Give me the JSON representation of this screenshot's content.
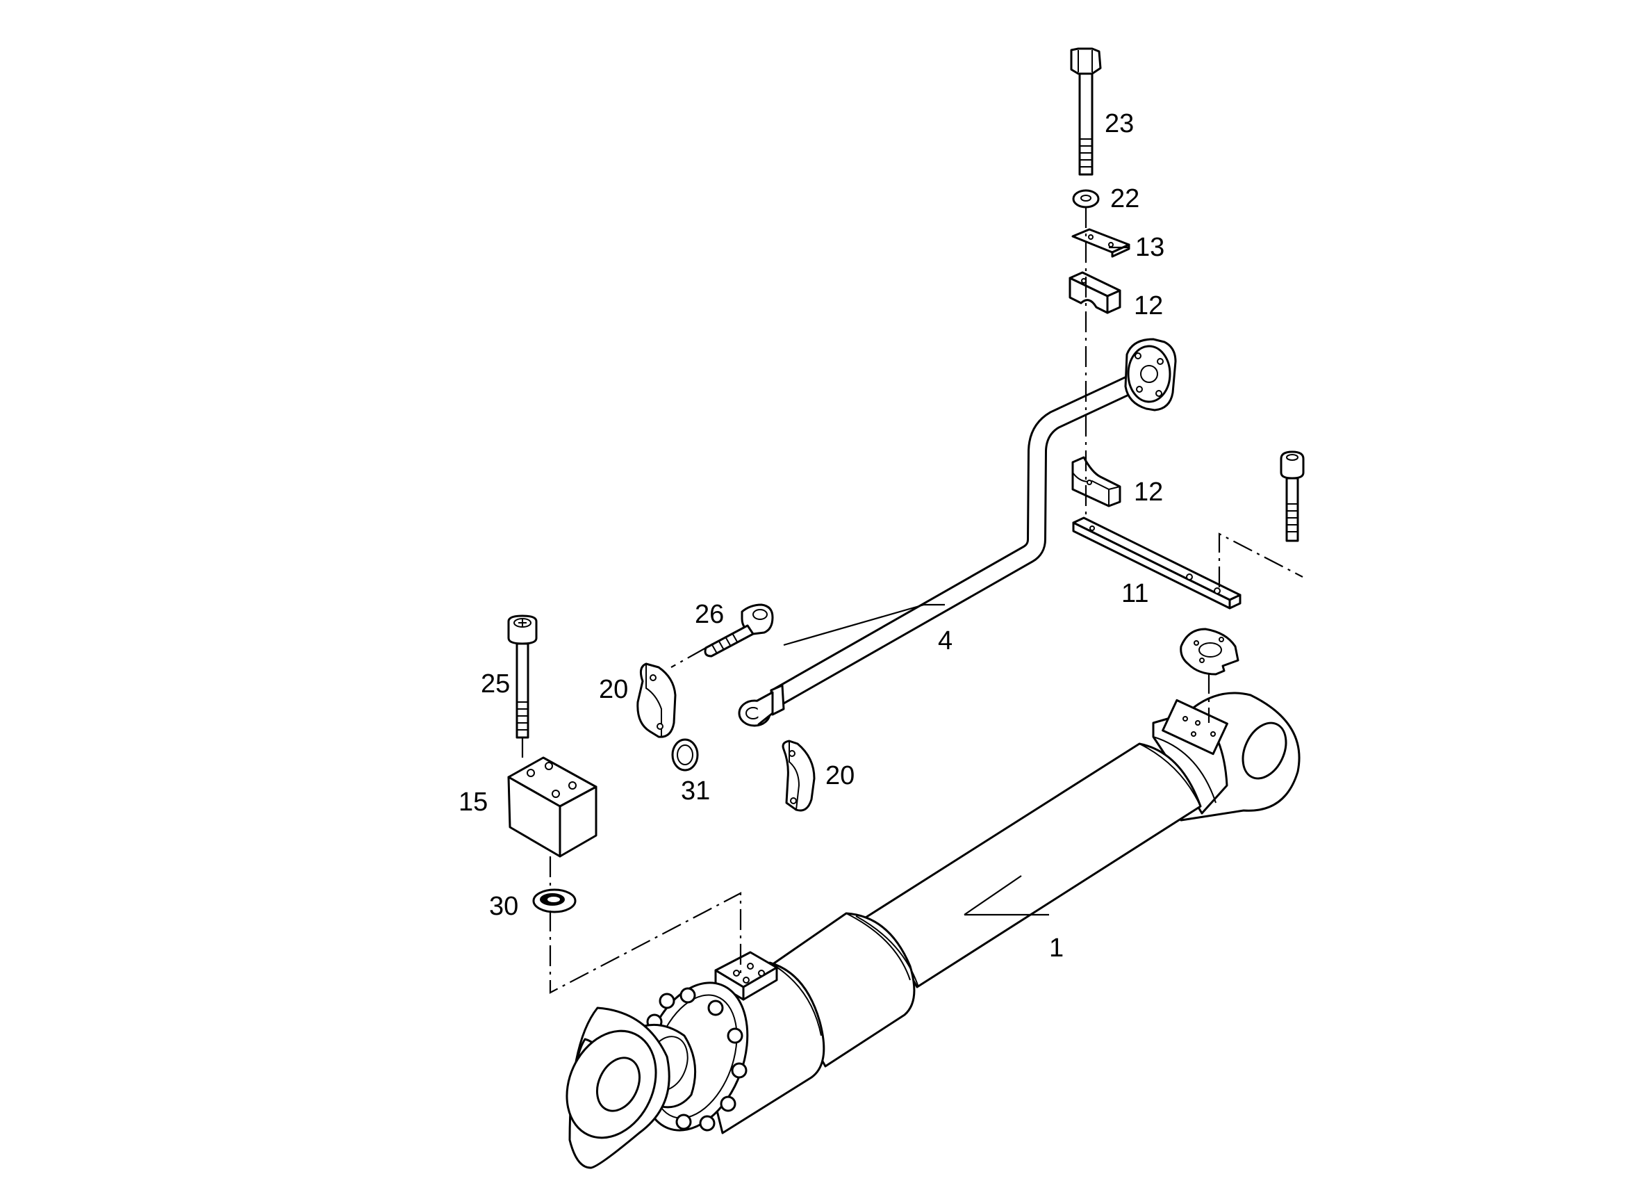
{
  "callouts": [
    {
      "id": "23",
      "text": "23"
    },
    {
      "id": "22",
      "text": "22"
    },
    {
      "id": "13",
      "text": "13"
    },
    {
      "id": "12a",
      "text": "12"
    },
    {
      "id": "12b",
      "text": "12"
    },
    {
      "id": "11",
      "text": "11"
    },
    {
      "id": "4",
      "text": "4"
    },
    {
      "id": "26",
      "text": "26"
    },
    {
      "id": "20a",
      "text": "20"
    },
    {
      "id": "20b",
      "text": "20"
    },
    {
      "id": "31",
      "text": "31"
    },
    {
      "id": "25",
      "text": "25"
    },
    {
      "id": "15",
      "text": "15"
    },
    {
      "id": "30",
      "text": "30"
    },
    {
      "id": "1",
      "text": "1"
    }
  ]
}
